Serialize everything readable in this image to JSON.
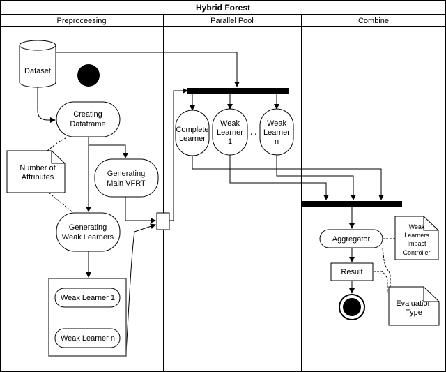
{
  "title": "Hybrid Forest",
  "lanes": {
    "preprocessing": "Preproceesing",
    "parallel": "Parallel Pool",
    "combine": "Combine"
  },
  "nodes": {
    "dataset": "Dataset",
    "creating_dataframe": [
      "Creating",
      "Dataframe"
    ],
    "number_of_attributes": [
      "Number of",
      "Attributes"
    ],
    "generating_main_vfrt": [
      "Generating",
      "Main VFRT"
    ],
    "generating_weak_learners": [
      "Generating",
      "Weak Learners"
    ],
    "weak_learner_1_pill": "Weak Learner 1",
    "weak_learner_n_pill": "Weak Learner n",
    "complete_learner": [
      "Complete",
      "Learner"
    ],
    "weak_learner_1_node": [
      "Weak",
      "Learner",
      "1"
    ],
    "ellipsis": ". .",
    "weak_learner_n_node": [
      "Weak",
      "Learner",
      "n"
    ],
    "aggregator": "Aggregator",
    "weak_learners_impact_controller": [
      "Weak",
      "Learners",
      "Impact",
      "Controller"
    ],
    "result": "Result",
    "evaluation_type": [
      "Evaluation",
      "Type"
    ]
  },
  "colors": {
    "line": "#000000",
    "fill": "#ffffff",
    "bar": "#000000"
  }
}
